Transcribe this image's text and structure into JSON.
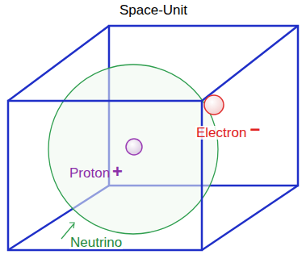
{
  "diagram": {
    "title": "Space-Unit",
    "labels": [
      "Proton",
      "+",
      "Electron",
      "−",
      "Neutrino"
    ]
  }
}
